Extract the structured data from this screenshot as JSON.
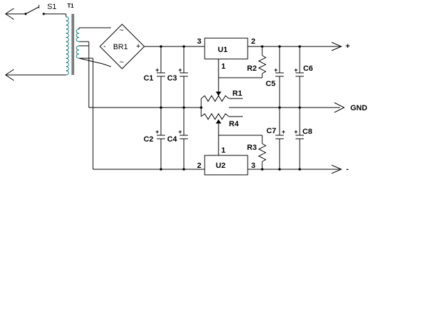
{
  "diagram": {
    "switch": {
      "label": "S1"
    },
    "transformer": {
      "label": "T1"
    },
    "bridge": {
      "label": "BR1",
      "minus": "-",
      "plus": "+",
      "ac_top": "~",
      "ac_bottom": "~"
    },
    "capacitors": {
      "c1": "C1",
      "c2": "C2",
      "c3": "C3",
      "c4": "C4",
      "c5": "C5",
      "c6": "C6",
      "c7": "C7",
      "c8": "C8"
    },
    "resistors": {
      "r1": "R1",
      "r2": "R2",
      "r3": "R3",
      "r4": "R4"
    },
    "regulators": {
      "u1": {
        "label": "U1",
        "pin_in": "3",
        "pin_out": "2",
        "pin_adj": "1"
      },
      "u2": {
        "label": "U2",
        "pin_in": "2",
        "pin_out": "3",
        "pin_adj": "1"
      }
    },
    "outputs": {
      "positive": "+",
      "ground": "GND",
      "negative": "-"
    },
    "polarity_plus": "+"
  },
  "colors": {
    "wire": "#000000",
    "coil": "#0a7a7a",
    "background": "#ffffff"
  }
}
